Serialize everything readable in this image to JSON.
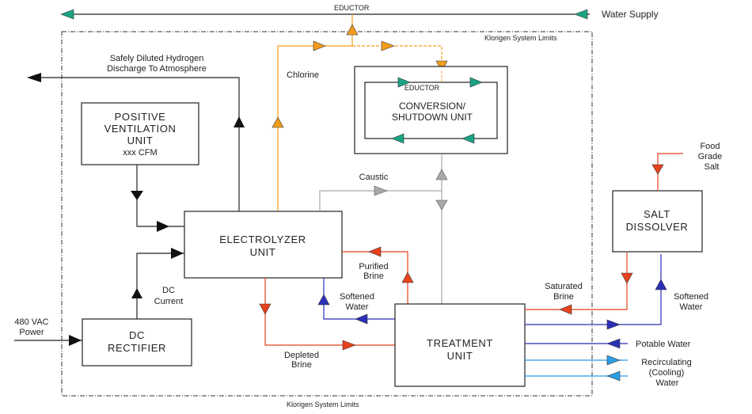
{
  "diagram": {
    "boundary_label": "Klorigen System Limits",
    "colors": {
      "water": "#1aa383",
      "chlorine": "#f39c1c",
      "brine": "#e8421c",
      "softened": "#2b2fb8",
      "recirc": "#2c9ce3",
      "caustic": "#a8a8a8",
      "black": "#111111"
    },
    "units": {
      "positive_ventilation": {
        "line1": "POSITIVE",
        "line2": "VENTILATION",
        "line3": "UNIT",
        "line4": "xxx CFM"
      },
      "electrolyzer": {
        "line1": "ELECTROLYZER",
        "line2": "UNIT"
      },
      "dc_rectifier": {
        "line1": "DC",
        "line2": "RECTIFIER"
      },
      "treatment": {
        "line1": "TREATMENT",
        "line2": "UNIT"
      },
      "conversion": {
        "eductor": "EDUCTOR",
        "line1": "CONVERSION/",
        "line2": "SHUTDOWN UNIT"
      },
      "salt_dissolver": {
        "line1": "SALT",
        "line2": "DISSOLVER"
      }
    },
    "labels": {
      "eductor_top": "EDUCTOR",
      "water_supply": "Water Supply",
      "hydrogen_1": "Safely Diluted Hydrogen",
      "hydrogen_2": "Discharge To Atmosphere",
      "chlorine": "Chlorine",
      "caustic": "Caustic",
      "purified_1": "Purified",
      "purified_2": "Brine",
      "softened_1": "Softened",
      "softened_2": "Water",
      "dc_1": "DC",
      "dc_2": "Current",
      "vac_1": "480 VAC",
      "vac_2": "Power",
      "depleted_1": "Depleted",
      "depleted_2": "Brine",
      "saturated_1": "Saturated",
      "saturated_2": "Brine",
      "softened_r1": "Softened",
      "softened_r2": "Water",
      "potable": "Potable Water",
      "recirc_1": "Recirculating",
      "recirc_2": "(Cooling)",
      "recirc_3": "Water",
      "food_1": "Food",
      "food_2": "Grade",
      "food_3": "Salt"
    }
  }
}
